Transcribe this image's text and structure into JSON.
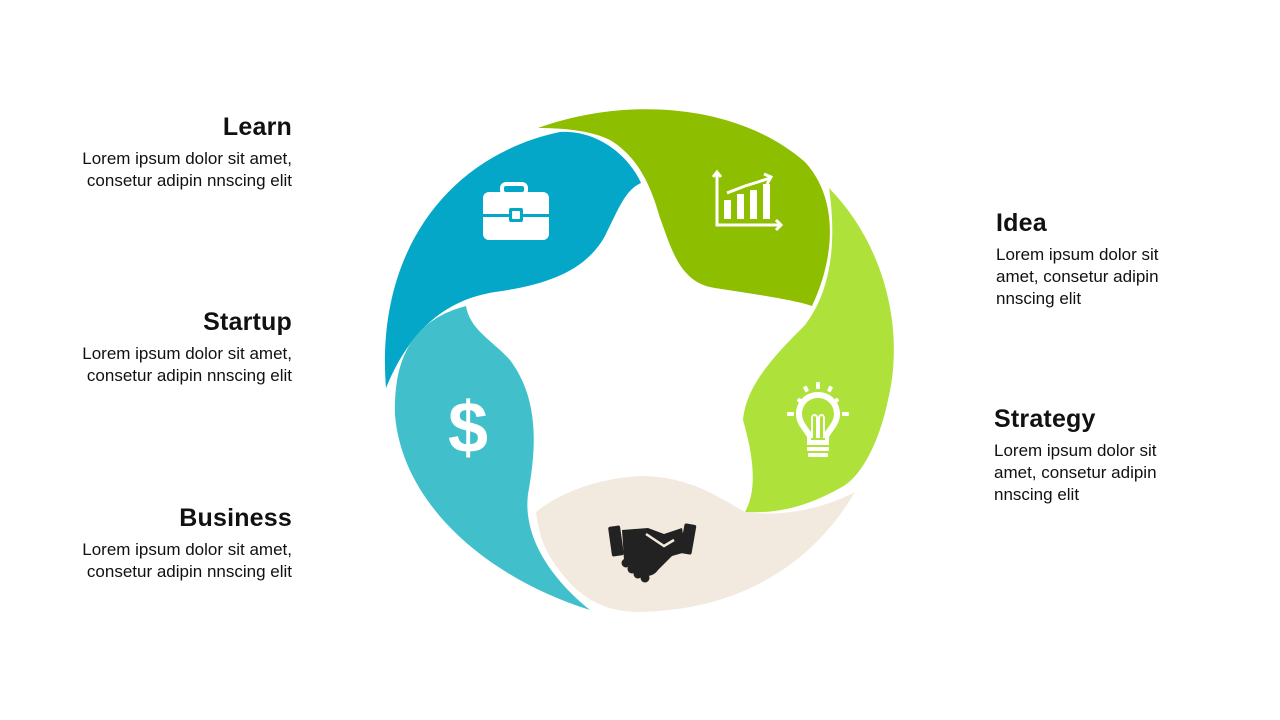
{
  "segments": [
    {
      "key": "learn",
      "title": "Learn",
      "text": "Lorem ipsum dolor sit amet, consetur adipin nnscing elit",
      "color": "#04A7C7",
      "icon": "briefcase-icon"
    },
    {
      "key": "idea",
      "title": "Idea",
      "text": "Lorem ipsum dolor sit amet, consetur adipin nnscing elit",
      "color": "#8EBE00",
      "icon": "growth-chart-icon"
    },
    {
      "key": "strategy",
      "title": "Strategy",
      "text": "Lorem ipsum dolor sit amet, consetur adipin nnscing elit",
      "color": "#AEE23A",
      "icon": "lightbulb-icon"
    },
    {
      "key": "partnership",
      "title": "",
      "text": "",
      "color": "#F3EADF",
      "icon": "handshake-icon"
    },
    {
      "key": "business",
      "title": "Business",
      "text": "Lorem ipsum dolor sit amet, consetur adipin nnscing elit",
      "color": "#41C0CC",
      "icon": "dollar-icon"
    },
    {
      "key": "startup",
      "title": "Startup",
      "text": "Lorem ipsum dolor sit amet, consetur adipin nnscing elit",
      "color": "#04A7C7",
      "icon": ""
    }
  ],
  "labels": {
    "learn": {
      "title": "Learn",
      "text": "Lorem ipsum dolor sit amet, consetur adipin nnscing elit"
    },
    "startup": {
      "title": "Startup",
      "text": "Lorem ipsum dolor sit amet, consetur adipin nnscing elit"
    },
    "business": {
      "title": "Business",
      "text": "Lorem ipsum dolor sit amet, consetur adipin nnscing elit"
    },
    "idea": {
      "title": "Idea",
      "text": "Lorem ipsum dolor sit amet, consetur adipin nnscing elit"
    },
    "strategy": {
      "title": "Strategy",
      "text": "Lorem ipsum dolor sit amet, consetur adipin nnscing elit"
    }
  },
  "colors": {
    "learn": "#04A7C7",
    "idea": "#8EBE00",
    "strategy": "#AEE23A",
    "partnership": "#F3EADF",
    "business": "#41C0CC"
  }
}
